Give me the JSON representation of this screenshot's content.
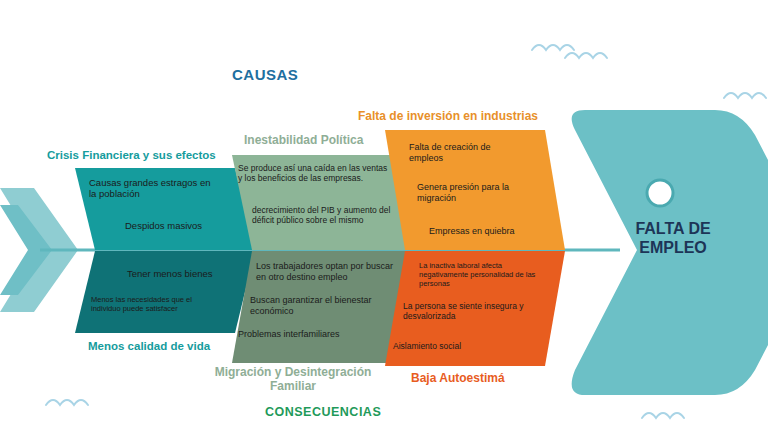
{
  "diagram": {
    "nodes": [
      {
        "text": [
          "Crisis Financiera y sus efectos",
          "Causas grandes estragos en la población",
          "Despidos masivos"
        ]
      },
      {
        "text": [
          "Inestabilidad Política",
          "Se produce así una caída en las ventas y los beneficios de las empresas.",
          "decrecimiento del PIB y aumento del déficit público sobre el mismo"
        ]
      },
      {
        "text": [
          "Falta de inversión en industrias",
          "Falta de creación de empleos",
          "Genera presión para la migración",
          "Empresas en quiebra"
        ]
      },
      {
        "text": [
          "FALTA DE EMPLEO"
        ]
      },
      {
        "text": [
          "Menos calidad de vida",
          "Tener menos bienes",
          "Menos las necesidades que el individuo puede satisfacer"
        ]
      },
      {
        "text": [
          "Migración y Desintegración Familiar",
          "Los trabajadores optan por buscar en otro destino empleo",
          "Buscan garantizar el bienestar económico",
          "Problemas interfamiliares"
        ]
      },
      {
        "text": [
          "Baja Autoestimá",
          "La inactiva laboral afecta negativamente personalidad de las personas",
          "La persona se siente insegura y desvalorizada",
          "Aislamiento social"
        ]
      }
    ],
    "labels": [
      "CAUSAS",
      "CONSECUENCIAS"
    ]
  }
}
